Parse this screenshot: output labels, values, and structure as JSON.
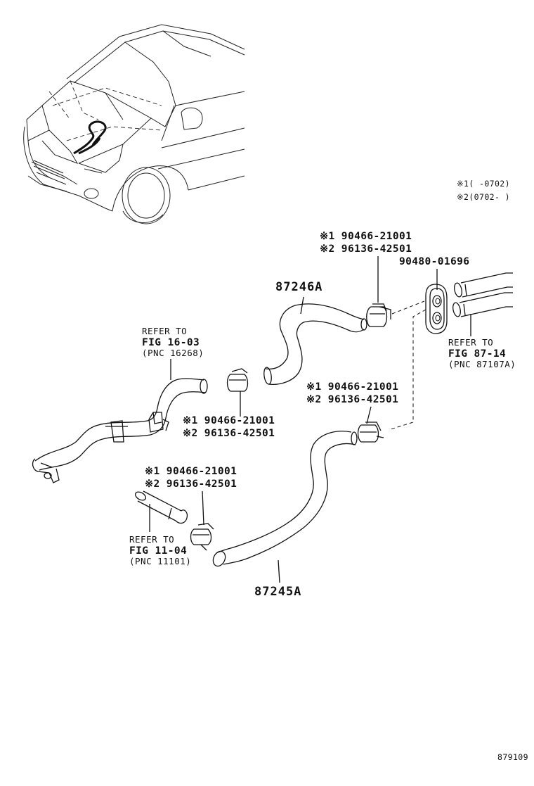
{
  "legend": {
    "note1": "※1(      -0702)",
    "note2": "※2(0702-      )"
  },
  "labels": {
    "clamp_top_1": "※1 90466-21001",
    "clamp_top_2": "※2 96136-42501",
    "grommet_part": "90480-01696",
    "hose_upper_part": "87246A",
    "refer_left_1": "REFER TO",
    "refer_left_2": "FIG 16-03",
    "refer_left_3": "(PNC 16268)",
    "refer_right_1": "REFER TO",
    "refer_right_2": "FIG 87-14",
    "refer_right_3": "(PNC 87107A)",
    "clamp_mid_right_1": "※1 90466-21001",
    "clamp_mid_right_2": "※2 96136-42501",
    "clamp_mid_left_1": "※1 90466-21001",
    "clamp_mid_left_2": "※2 96136-42501",
    "clamp_lower_1": "※1 90466-21001",
    "clamp_lower_2": "※2 96136-42501",
    "refer_bottom_1": "REFER TO",
    "refer_bottom_2": "FIG 11-04",
    "refer_bottom_3": "(PNC 11101)",
    "hose_lower_part": "87245A",
    "figure_id": "879109"
  }
}
